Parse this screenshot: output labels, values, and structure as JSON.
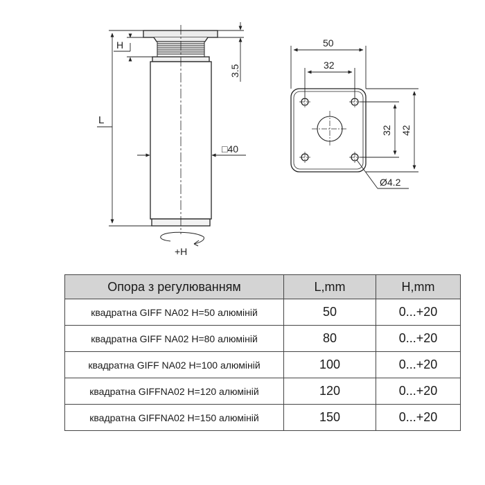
{
  "drawing": {
    "label_L": "L",
    "label_H": "H",
    "label_h_offset": "3.5",
    "label_square": "□40",
    "label_adjust": "+H",
    "label_width_outer": "50",
    "label_width_inner": "32",
    "label_height_inner": "32",
    "label_height_outer": "42",
    "label_hole": "Ø4.2"
  },
  "table": {
    "headers": [
      "Опора з регулюванням",
      "L,mm",
      "H,mm"
    ],
    "rows": [
      {
        "name": "квадратна GIFF NA02 H=50 алюміній",
        "l": "50",
        "h": "0...+20"
      },
      {
        "name": "квадратна GIFF NA02 H=80 алюміній",
        "l": "80",
        "h": "0...+20"
      },
      {
        "name": "квадратна GIFF NA02 H=100 алюміній",
        "l": "100",
        "h": "0...+20"
      },
      {
        "name": "квадратна GIFFNA02 H=120 алюміній",
        "l": "120",
        "h": "0...+20"
      },
      {
        "name": "квадратна GIFFNA02 H=150 алюміній",
        "l": "150",
        "h": "0...+20"
      }
    ]
  }
}
